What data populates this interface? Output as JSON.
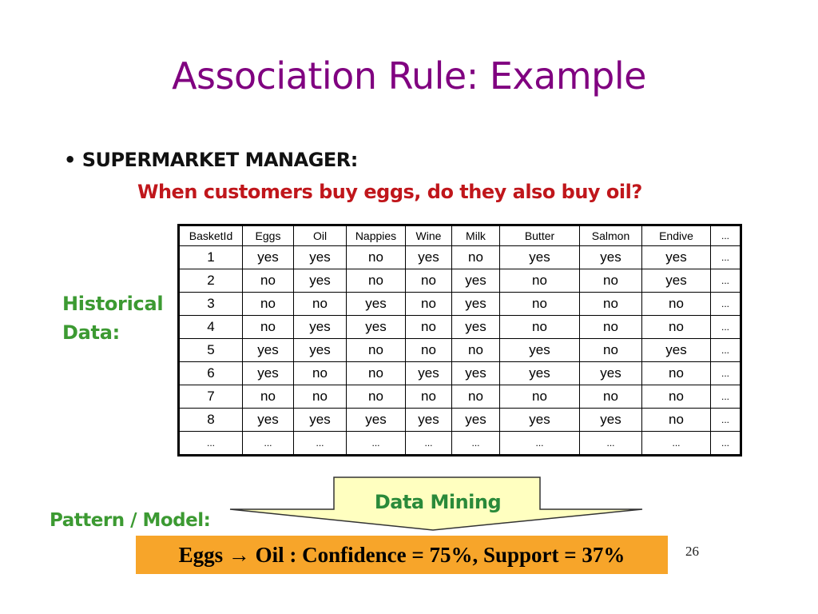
{
  "slide": {
    "title": "Association Rule: Example",
    "bullet": "• SUPERMARKET MANAGER:",
    "question": "When customers buy eggs, do they also buy oil?",
    "historical_line1": "Historical",
    "historical_line2": "Data:",
    "data_mining_label": "Data Mining",
    "pattern_label": "Pattern / Model:",
    "result": "Eggs → Oil : Confidence = 75%, Support = 37%",
    "page_number": "26"
  },
  "table": {
    "headers": [
      "BasketId",
      "Eggs",
      "Oil",
      "Nappies",
      "Wine",
      "Milk",
      "Butter",
      "Salmon",
      "Endive",
      "..."
    ],
    "rows": [
      [
        "1",
        "yes",
        "yes",
        "no",
        "yes",
        "no",
        "yes",
        "yes",
        "yes",
        "..."
      ],
      [
        "2",
        "no",
        "yes",
        "no",
        "no",
        "yes",
        "no",
        "no",
        "yes",
        "..."
      ],
      [
        "3",
        "no",
        "no",
        "yes",
        "no",
        "yes",
        "no",
        "no",
        "no",
        "..."
      ],
      [
        "4",
        "no",
        "yes",
        "yes",
        "no",
        "yes",
        "no",
        "no",
        "no",
        "..."
      ],
      [
        "5",
        "yes",
        "yes",
        "no",
        "no",
        "no",
        "yes",
        "no",
        "yes",
        "..."
      ],
      [
        "6",
        "yes",
        "no",
        "no",
        "yes",
        "yes",
        "yes",
        "yes",
        "no",
        "..."
      ],
      [
        "7",
        "no",
        "no",
        "no",
        "no",
        "no",
        "no",
        "no",
        "no",
        "..."
      ],
      [
        "8",
        "yes",
        "yes",
        "yes",
        "yes",
        "yes",
        "yes",
        "yes",
        "no",
        "..."
      ],
      [
        "...",
        "...",
        "...",
        "...",
        "...",
        "...",
        "...",
        "...",
        "...",
        "..."
      ]
    ]
  },
  "colors": {
    "title": "#800080",
    "question": "#c0161b",
    "green_label": "#3c9a32",
    "arrow_fill": "#ffffc0",
    "result_bg": "#f7a52a"
  }
}
